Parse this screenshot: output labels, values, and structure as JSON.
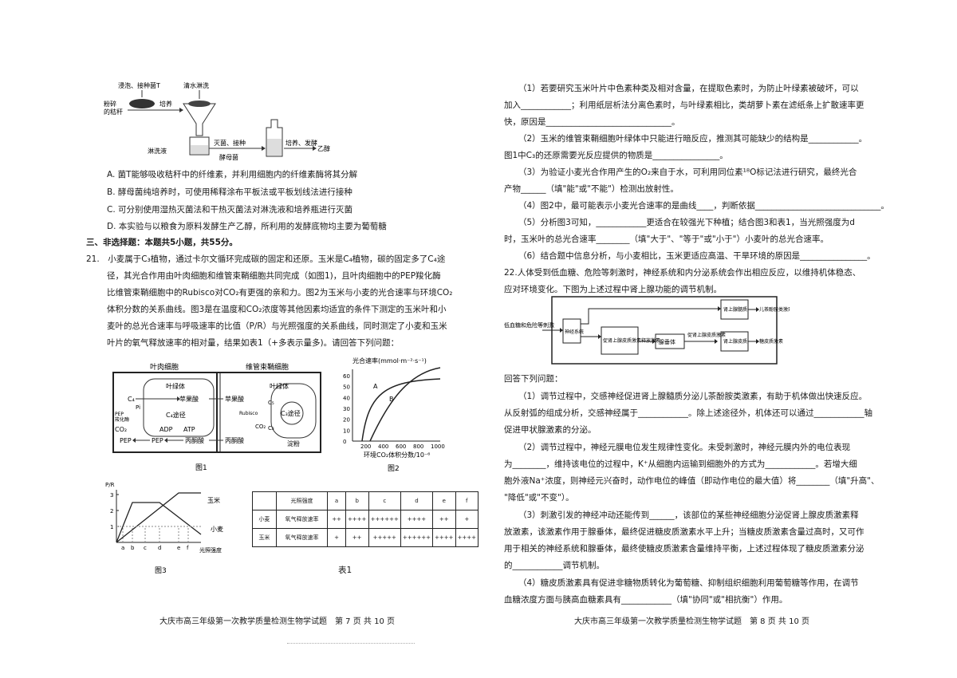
{
  "left_page": {
    "fig_top": {
      "label1": "浸泡、接种菌T",
      "label2": "清水淋洗",
      "label3": "粉碎",
      "label4": "的秸秆",
      "label5": "培养",
      "label6": "淋洗液",
      "label7": "灭菌、接种",
      "label8": "酵母菌",
      "label9": "培养、发酵",
      "label10": "乙醇"
    },
    "options": [
      "A. 菌T能够吸收秸秆中的纤维素，并利用细胞内的纤维素酶将其分解",
      "B. 酵母菌纯培养时，可使用稀释涂布平板法或平板划线法进行接种",
      "C. 可分别使用湿热灭菌法和干热灭菌法对淋洗液和培养瓶进行灭菌",
      "D. 本实验与以粮食为原料发酵生产乙醇，所利用的发酵底物均主要为葡萄糖"
    ],
    "section3": "三、非选择题：本题共5小题，共55分。",
    "q21_lines": [
      "21.　小麦属于C₃植物，通过卡尔文循环完成碳的固定和还原。玉米是C₄植物，碳的固定多了C₄途",
      "径，其光合作用由叶肉细胞和维管束鞘细胞共同完成（如图1)，且叶肉细胞中的PEP羧化酶",
      "比维管束鞘细胞中的Rubisco对CO₂有更强的亲和力。图2为玉米与小麦的光合速率与环境CO₂",
      "体积分数的关系曲线。图3是在温度和CO₂浓度等其他因素均适宜的条件下测定的玉米叶和小",
      "麦叶的总光合速率与呼吸速率的比值（P/R）与光照强度的关系曲线，同时测定了小麦和玉米",
      "叶片的氧气释放速率的相对量，结果如表1（+多表示量多)。请回答下列问题："
    ],
    "fig1": {
      "mesophyll": "叶肉细胞",
      "bundle": "维管束鞘细胞",
      "chloroplast1": "叶绿体",
      "chloroplast2": "叶绿体",
      "c4_1": "C₄",
      "malic1": "苹果酸",
      "malic2": "苹果酸",
      "c4path": "C₄途径",
      "c3path": "C₃途径",
      "adp": "ADP",
      "atp": "ATP",
      "pep1": "PEP",
      "pep2": "PEP",
      "pyruvate1": "丙酮酸",
      "pyruvate2": "丙酮酸",
      "co2_1": "CO₂",
      "co2_2": "CO₂",
      "c3": "C₃",
      "c5": "C₅",
      "rubisco": "Rubisco",
      "pepcase": "PEP",
      "pepcase2": "羧化酶",
      "pi": "Pi",
      "starch": "淀粉",
      "caption": "图1"
    },
    "fig2": {
      "ylabel": "光合速率(mmol·m⁻²·s⁻¹)",
      "xlabel": "环境CO₂体积分数/10⁻⁶",
      "yticks": [
        "0",
        "10",
        "20",
        "30",
        "40",
        "50",
        "60"
      ],
      "xticks": [
        "200",
        "400",
        "600",
        "800",
        "1000"
      ],
      "curveA": "A",
      "curveB": "B",
      "caption": "图2"
    },
    "fig3": {
      "ylabel": "P/R",
      "xlabel": "光照强度",
      "yticks": [
        "1",
        "2",
        "3"
      ],
      "xticks": [
        "a",
        "b",
        "c",
        "d",
        "e",
        "f"
      ],
      "corn": "玉米",
      "wheat": "小麦",
      "caption": "图3"
    },
    "table1": {
      "header": [
        "",
        "光照强度",
        "a",
        "b",
        "c",
        "d",
        "e",
        "f"
      ],
      "rows": [
        [
          "小麦",
          "氧气释放速率",
          "++",
          "++++",
          "++++++",
          "++++",
          "++",
          "+"
        ],
        [
          "玉米",
          "氧气释放速率",
          "+",
          "++",
          "+++++",
          "++++++",
          "++++",
          "++++"
        ]
      ],
      "caption": "表1"
    },
    "footer": "大庆市高三年级第一次教学质量检测生物学试题　第 7 页 共 10 页"
  },
  "right_page": {
    "q1": [
      "（1）若要研究玉米叶片中色素种类及相对含量，在提取色素时，为防止叶绿素被破坏，可以",
      "加入____________；利用纸层析法分离色素时，与叶绿素相比，类胡萝卜素在滤纸条上扩散速率更",
      "快，原因是______________________________。"
    ],
    "q2": [
      "（2）玉米的维管束鞘细胞叶绿体中只能进行暗反应，推测其可能缺少的结构是____________。",
      "图1中C₃的还原需要光反应提供的物质是________________。"
    ],
    "q3": [
      "（3）为验证小麦光合作用产生的O₂来自于水，可利用同位素¹⁸O标记法进行研究，最终光合",
      "产物______（填\"能\"或\"不能\"）检测出放射性。"
    ],
    "q4": [
      "（4）图2中，最可能表示小麦光合速率的是曲线____，判断依据______________________________。"
    ],
    "q5": [
      "（5）分析图3可知，____________更适合在较强光下种植；结合图3和表1，当光照强度为d",
      "时，玉米叶的总光合速率________（填\"大于\"、\"等于\"或\"小于\"）小麦叶的总光合速率。"
    ],
    "q6": [
      "（6）结合题中信息分析，与小麦相比，玉米更适应高温、干旱环境的原因是________________。"
    ],
    "q22": [
      "22.人体受到低血糖、危险等刺激时，神经系统和内分泌系统会作出相应反应，以维持机体稳态、",
      "应对环境变化。下图为上述过程中肾上腺功能的调节机制。"
    ],
    "diagram": {
      "stimulus": "低血糖和危险等刺激",
      "nerve": "神经系统",
      "crh": "促肾上腺皮质激素释放激素",
      "pituitary": "腺垂体",
      "acth": "促肾上腺皮质激素",
      "medulla": "肾上腺髓质",
      "cortex": "肾上腺皮质",
      "catechol": "儿茶酚胺类激素",
      "glucocorticoid": "糖皮质激素"
    },
    "answer_intro": "回答下列问题：",
    "p1": [
      "（1）调节过程中，交感神经促进肾上腺髓质分泌儿茶酚胺类激素，有助于机体做出快速反应。",
      "从反射弧的组成分析，交感神经属于____________。除上述途径外，机体还可以通过____________轴",
      "促进甲状腺激素的分泌。"
    ],
    "p2": [
      "（2）调节过程中，神经元膜电位发生规律性变化。未受刺激时，神经元膜内外的电位表现",
      "为________，维持该电位的过程中，K⁺从细胞内运输到细胞外的方式为____________。若增大细",
      "胞外液Na⁺浓度，则神经元兴奋时，动作电位的峰值（即动作电位的最大值）将________（填\"升高\"、",
      "\"降低\"或\"不变\"）。"
    ],
    "p3": [
      "（3）刺激引发的神经冲动还能传到______，该部位的某些神经细胞分泌促肾上腺皮质激素释",
      "放激素，该激素作用于腺垂体，最终促进糖皮质激素水平上升；当糖皮质激素含量过高时，又可作",
      "用于相关的神经系统和腺垂体，最终使糖皮质激素含量维持平衡，上述过程体现了糖皮质激素分泌",
      "的____________调节机制。"
    ],
    "p4": [
      "（4）糖皮质激素具有促进非糖物质转化为葡萄糖、抑制组织细胞利用葡萄糖等作用，在调节",
      "血糖浓度方面与胰高血糖素具有____________（填\"协同\"或\"相抗衡\"）作用。"
    ],
    "footer": "大庆市高三年级第一次教学质量检测生物学试题　第 8 页 共 10 页"
  }
}
